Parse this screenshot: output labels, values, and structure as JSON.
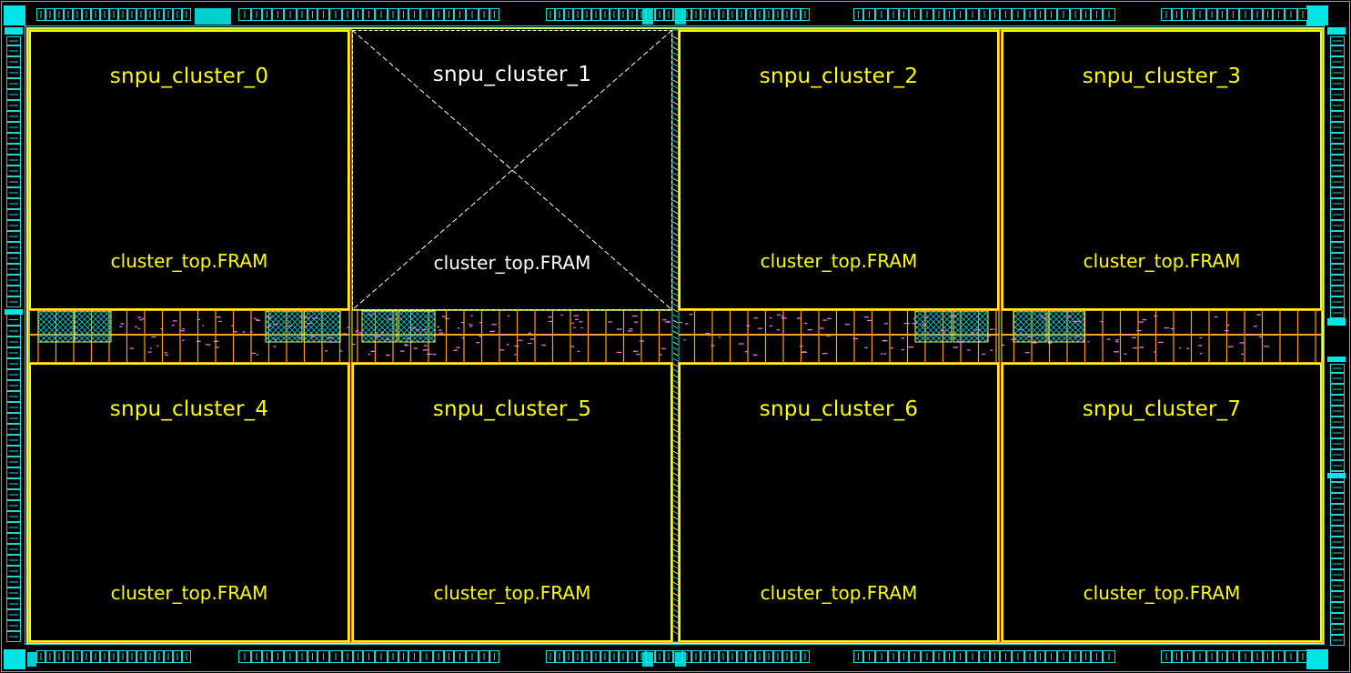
{
  "layout_view": {
    "colors": {
      "background": "#000000",
      "pad_ring": "#00e5e5",
      "pad_outline": "#1fd6d6",
      "core_boundary": "#d8ff5a",
      "macro_boundary_yellow": "#ffff00",
      "macro_boundary_orange": "#ff9f1a",
      "selected_label": "#ffffff",
      "label": "#ffff00",
      "std_cell_marks": "#ff77ff",
      "hatched_block": "#00d0d0"
    },
    "clusters": [
      {
        "name": "snpu_cluster_0",
        "ref": "cluster_top.FRAM",
        "selected": false
      },
      {
        "name": "snpu_cluster_1",
        "ref": "cluster_top.FRAM",
        "selected": true
      },
      {
        "name": "snpu_cluster_2",
        "ref": "cluster_top.FRAM",
        "selected": false
      },
      {
        "name": "snpu_cluster_3",
        "ref": "cluster_top.FRAM",
        "selected": false
      },
      {
        "name": "snpu_cluster_4",
        "ref": "cluster_top.FRAM",
        "selected": false
      },
      {
        "name": "snpu_cluster_5",
        "ref": "cluster_top.FRAM",
        "selected": false
      },
      {
        "name": "snpu_cluster_6",
        "ref": "cluster_top.FRAM",
        "selected": false
      },
      {
        "name": "snpu_cluster_7",
        "ref": "cluster_top.FRAM",
        "selected": false
      }
    ]
  }
}
